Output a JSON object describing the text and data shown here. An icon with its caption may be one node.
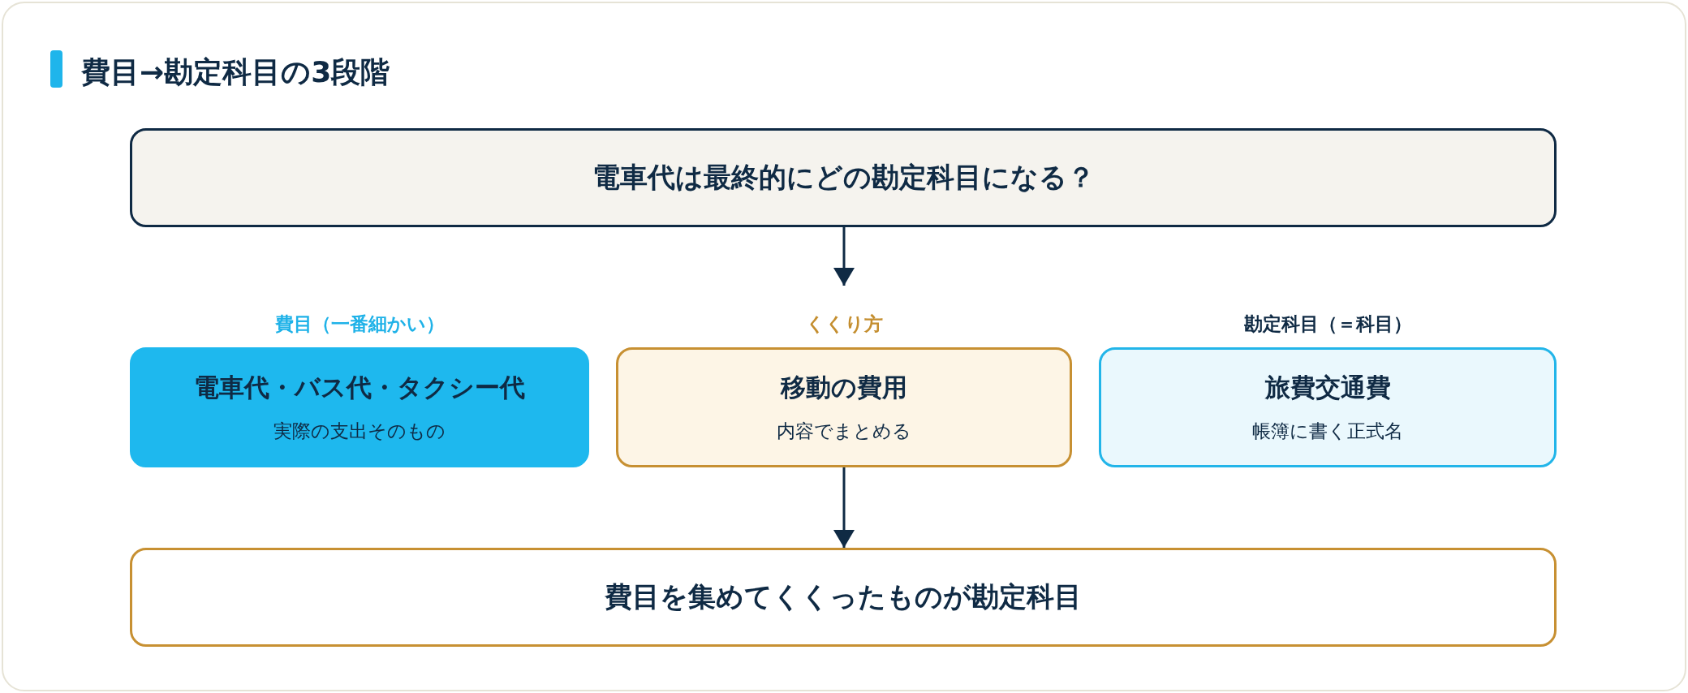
{
  "diagram": {
    "title": "費目→勘定科目の3段階",
    "nodes": [
      {
        "text": [
          "電車代は最終的にどの勘定科目になる？"
        ]
      },
      {
        "text": [
          "費目（一番細かい）",
          "電車代・バス代・タクシー代",
          "実際の支出そのもの"
        ]
      },
      {
        "text": [
          "くくり方",
          "移動の費用",
          "内容でまとめる"
        ]
      },
      {
        "text": [
          "勘定科目（＝科目）",
          "旅費交通費",
          "帳簿に書く正式名"
        ]
      },
      {
        "text": [
          "費目を集めてくくったものが勘定科目"
        ]
      }
    ],
    "edges": [
      {
        "from": 0,
        "to": 2,
        "arrow": "to"
      },
      {
        "from": 2,
        "to": 4,
        "arrow": "to"
      }
    ]
  }
}
